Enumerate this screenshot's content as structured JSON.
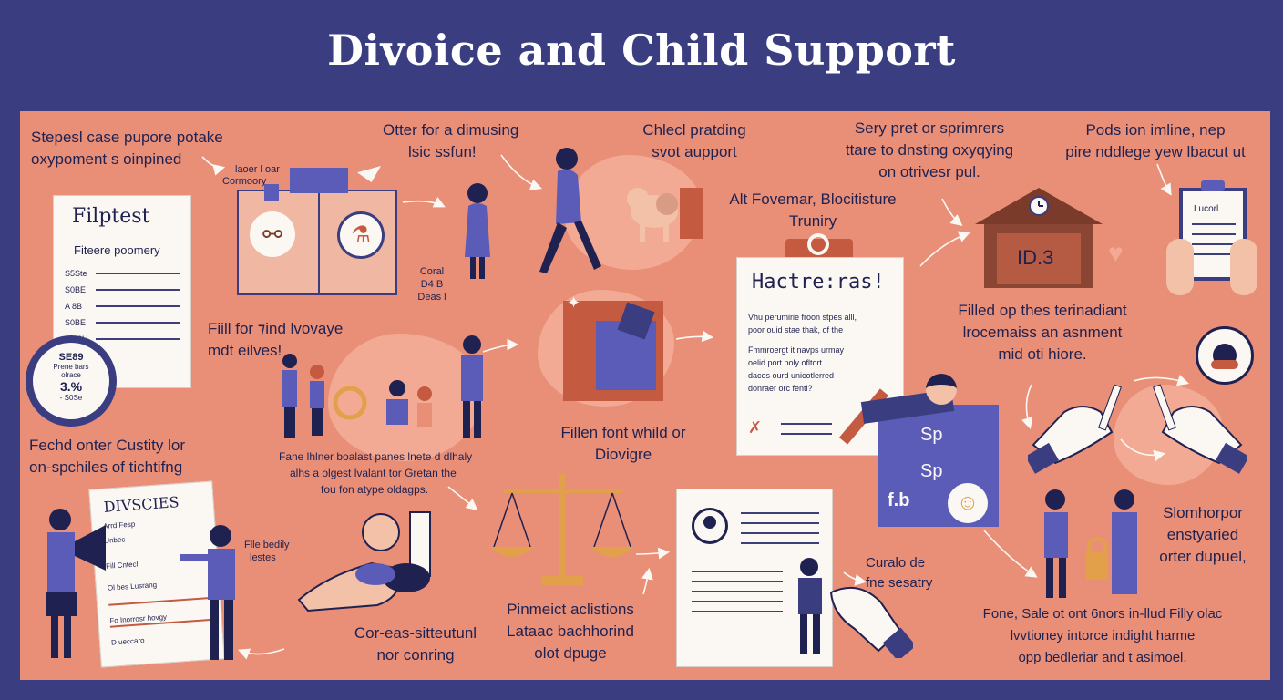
{
  "title": "Divoice and Child Support",
  "labels": {
    "top_left": [
      "Stepesl case pupore potake",
      "oxypoment s oinpined"
    ],
    "small_tl": [
      "laoer l oar",
      "Cormoory"
    ],
    "offer": [
      "Otter for a dimusing",
      "lsic ssfun!"
    ],
    "child_prot": [
      "Chlecl pratding",
      "svot aupport"
    ],
    "stay_pret": [
      "Sery pret or sprimrers",
      "ttare to dnsting oxyqying",
      "on otrivesr pul."
    ],
    "pods": [
      "Pods ion imline, nep",
      "pire nddlege yew lbacut ut"
    ],
    "alt_forum": [
      "Alt Fovemar, Blocitisture",
      "Truniry"
    ],
    "coral": [
      "Coral",
      "D4 B",
      "Deas l"
    ],
    "fill_for": [
      "Fiill for ⁊ind lvovaye",
      "mdt eilves!"
    ],
    "filled_op": [
      "Filled op thes terinadiant",
      "lrocemaiss an asnment",
      "mid oti hiore."
    ],
    "fechd": [
      "Fechd onter Custity lor",
      "on-spchiles of tichtifng"
    ],
    "fane": [
      "Fane lhlner boalast panes lnete d dlhaly",
      "alhs a olgest lvalant tor Gretan the",
      "fou fon atype oldagps."
    ],
    "fillen": [
      "Fillen font whild or",
      "Diovigre"
    ],
    "file_lbl": [
      "Flle bedily",
      "lestes"
    ],
    "cureas": [
      "Cor-eas-sitteutunl",
      "nor conring"
    ],
    "pinmeict": [
      "Pinmeict aclistions",
      "Lataac bachhorind",
      "olot dpuge"
    ],
    "curalo": [
      "Curalo de",
      "fne sesatry"
    ],
    "slomhorpor": [
      "Slomhorpor",
      "enstyaried",
      "orter dupuel,"
    ],
    "fone": [
      "Fone, Sale ot ont 6nors in-llud Filly olac",
      "lvvtioney intorce indight harme",
      "opp bedleriar and t asimoel."
    ]
  },
  "doc_filptest": {
    "title": "Filptest",
    "subtitle": "Fiteere poomery",
    "rows": [
      "S5Ste",
      "S0BE",
      "A 8B",
      "S0BE",
      "A S0H"
    ]
  },
  "seal": {
    "lines": [
      "SE89",
      "Prene bars",
      "olrace",
      "3.%",
      "- S0Se"
    ]
  },
  "doc_hactre": {
    "title": "Hactre:ras!",
    "lines": [
      "Vhu perumirie froon stpes alll,",
      "poor ouid stae thak, of the",
      "Fmmroergt it navps urmay",
      "oelid port poly ofltort",
      "daces ourd unicotlerred",
      "donraer orc fentl?"
    ]
  },
  "doc_divscies": {
    "title": "DIVSCIES",
    "lines": [
      "Arrd Fesp",
      "Unbec",
      "Fill Cntecl",
      "Ol bes Lusrang",
      "Fo Inorrosr hovgy",
      "D ueccaro"
    ]
  },
  "clipboard": {
    "label": "Lucorl"
  },
  "building": {
    "sign": "ID.3"
  },
  "box": {
    "labels": [
      "Sp",
      "Sp",
      "f.b"
    ]
  },
  "colors": {
    "background": "#3a3d80",
    "panel": "#e98f78",
    "navy": "#3a3d80",
    "blue": "#5b5cb8",
    "ink": "#1f2150",
    "paper": "#fbf8f4",
    "rust": "#c45a40",
    "gold": "#e2a04a"
  }
}
